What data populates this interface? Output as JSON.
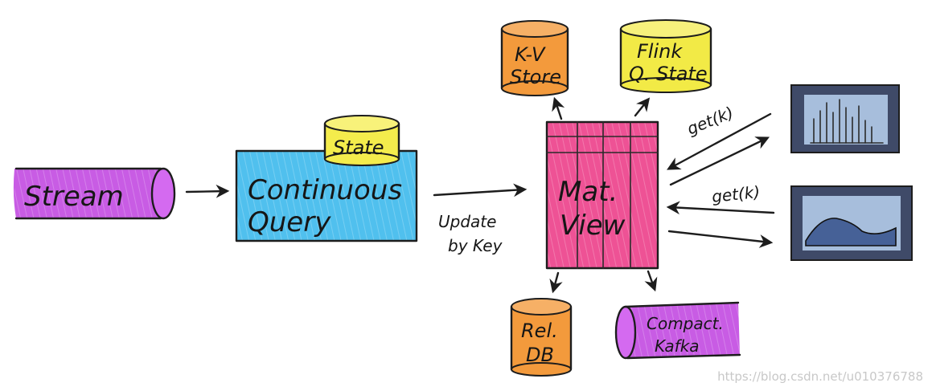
{
  "nodes": {
    "stream": "Stream",
    "state": "State",
    "query_line1": "Continuous",
    "query_line2": "Query",
    "view_line1": "Mat.",
    "view_line2": "View",
    "kv_line1": "K-V",
    "kv_line2": "Store",
    "flink_line1": "Flink",
    "flink_line2": "Q. State",
    "reldb_line1": "Rel.",
    "reldb_line2": "DB",
    "kafka_line1": "Compact.",
    "kafka_line2": "Kafka"
  },
  "edges": {
    "update_line1": "Update",
    "update_line2": "by Key",
    "get_top": "get(k)",
    "get_bottom": "get(k)"
  },
  "watermark": "https://blog.csdn.net/u010376788",
  "colors": {
    "stream": "#c046e0",
    "query": "#3db9ec",
    "state": "#f4ec4c",
    "view": "#ec3a86",
    "kv": "#f39a3c",
    "flink": "#f2ea46",
    "reldb": "#f39a3c",
    "kafka": "#c046e0",
    "dashboard_frame": "#3f4a68",
    "dashboard_screen": "#a7bedc"
  }
}
